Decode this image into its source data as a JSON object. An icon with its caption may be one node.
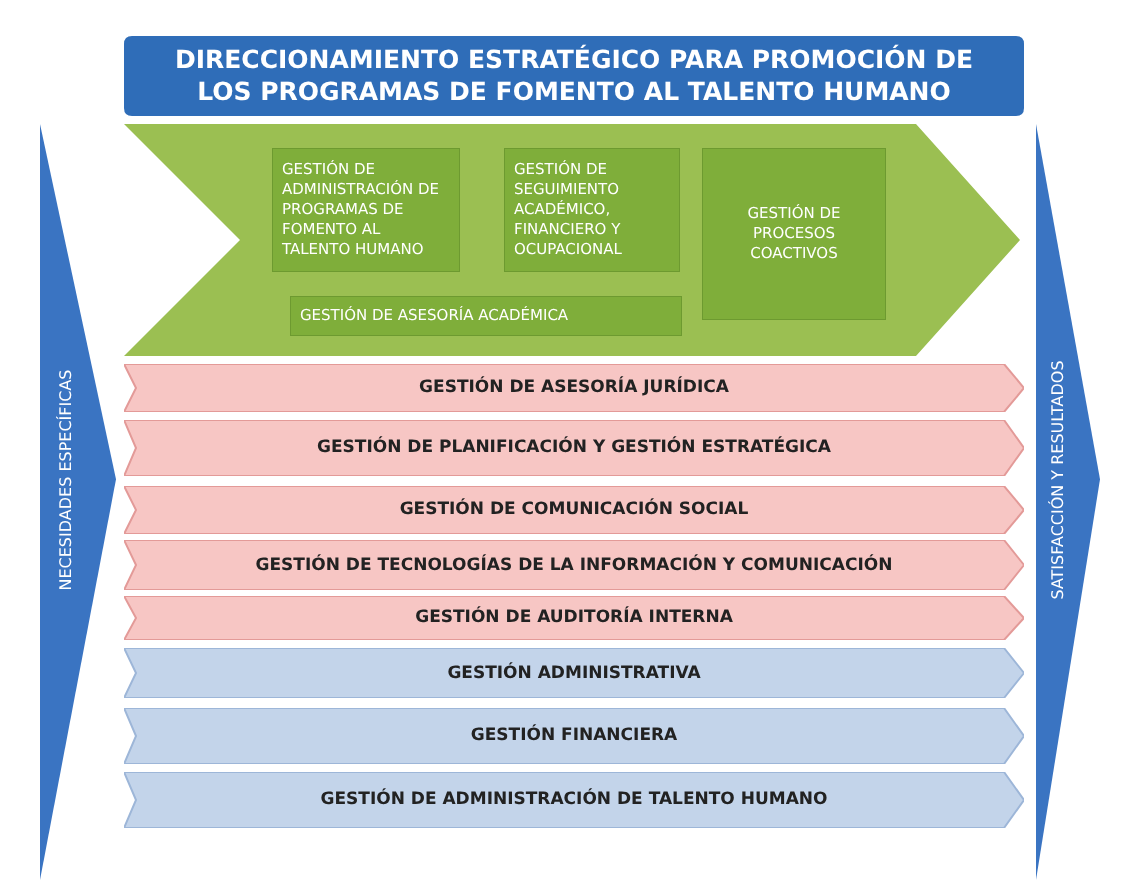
{
  "diagram": {
    "nodes": [
      {
        "text": [
          "DIRECCIONAMIENTO ESTRATÉGICO PARA PROMOCIÓN DE LOS PROGRAMAS DE FOMENTO AL TALENTO HUMANO"
        ]
      },
      {
        "text": [
          "NECESIDADES ESPECÍFICAS"
        ]
      },
      {
        "text": [],
        "shape": "chevron"
      },
      {
        "text": [
          "GESTIÓN DE ADMINISTRACIÓN DE PROGRAMAS DE FOMENTO AL TALENTO HUMANO"
        ],
        "in": 2
      },
      {
        "text": [
          "GESTIÓN DE SEGUIMIENTO ACADÉMICO, FINANCIERO Y OCUPACIONAL"
        ],
        "in": 2
      },
      {
        "text": [
          "GESTIÓN DE PROCESOS COACTIVOS"
        ],
        "in": 2
      },
      {
        "text": [
          "GESTIÓN DE ASESORÍA ACADÉMICA"
        ],
        "in": 2
      },
      {
        "text": [
          "GESTIÓN DE ASESORÍA JURÍDICA"
        ]
      },
      {
        "text": [
          "GESTIÓN DE PLANIFICACIÓN Y GESTIÓN ESTRATÉGICA"
        ]
      },
      {
        "text": [
          "GESTIÓN DE COMUNICACIÓN SOCIAL"
        ]
      },
      {
        "text": [
          "GESTIÓN DE TECNOLOGÍAS DE LA INFORMACIÓN Y COMUNICACIÓN"
        ]
      },
      {
        "text": [
          "GESTIÓN DE AUDITORÍA INTERNA"
        ]
      },
      {
        "text": [
          "GESTIÓN ADMINISTRATIVA"
        ]
      },
      {
        "text": [
          "GESTIÓN FINANCIERA"
        ]
      },
      {
        "text": [
          "GESTIÓN DE ADMINISTRACIÓN DE TALENTO HUMANO"
        ]
      },
      {
        "text": [
          "SATISFACCIÓN Y RESULTADOS"
        ]
      }
    ],
    "edges": []
  }
}
